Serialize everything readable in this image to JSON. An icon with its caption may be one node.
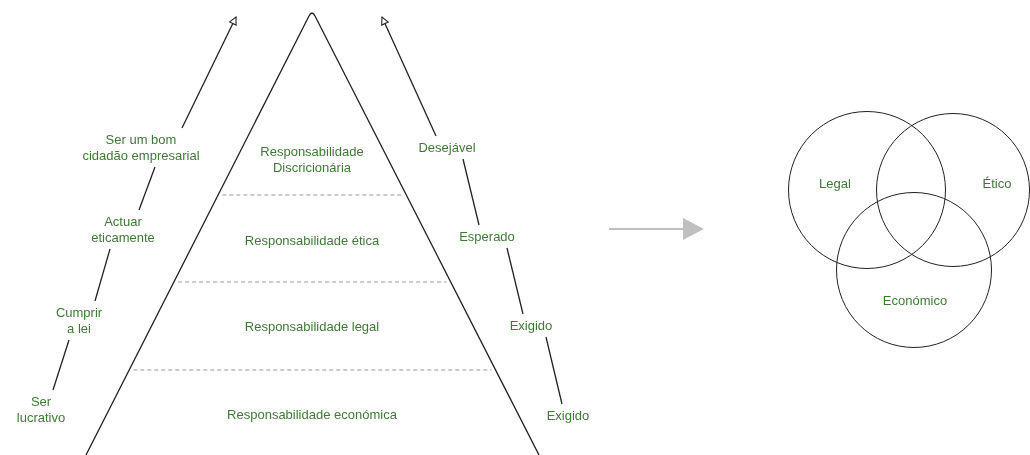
{
  "diagram": {
    "nodes": [
      {
        "text": [
          "Responsabilidade Discricionária"
        ]
      },
      {
        "text": [
          "Responsabilidade ética"
        ]
      },
      {
        "text": [
          "Responsabilidade legal"
        ]
      },
      {
        "text": [
          "Responsabilidade económica"
        ]
      },
      {
        "text": [
          "Ser um bom cidadão empresarial"
        ]
      },
      {
        "text": [
          "Actuar eticamente"
        ]
      },
      {
        "text": [
          "Cumprir a lei"
        ]
      },
      {
        "text": [
          "Ser lucrativo"
        ]
      },
      {
        "text": [
          "Desejável"
        ]
      },
      {
        "text": [
          "Esperado"
        ]
      },
      {
        "text": [
          "Exigido"
        ]
      },
      {
        "text": [
          "Exigido"
        ]
      },
      {
        "text": [
          "Legal"
        ]
      },
      {
        "text": [
          "Ético"
        ]
      },
      {
        "text": [
          "Económico"
        ]
      }
    ],
    "edges": [
      {
        "from": 7,
        "to": 6,
        "arrow": "none"
      },
      {
        "from": 6,
        "to": 5,
        "arrow": "none"
      },
      {
        "from": 5,
        "to": 4,
        "arrow": "none"
      },
      {
        "from": 4,
        "to": null,
        "arrow": "to"
      },
      {
        "from": 11,
        "to": 10,
        "arrow": "none"
      },
      {
        "from": 10,
        "to": 9,
        "arrow": "none"
      },
      {
        "from": 9,
        "to": 8,
        "arrow": "none"
      },
      {
        "from": 8,
        "to": null,
        "arrow": "to"
      }
    ]
  }
}
